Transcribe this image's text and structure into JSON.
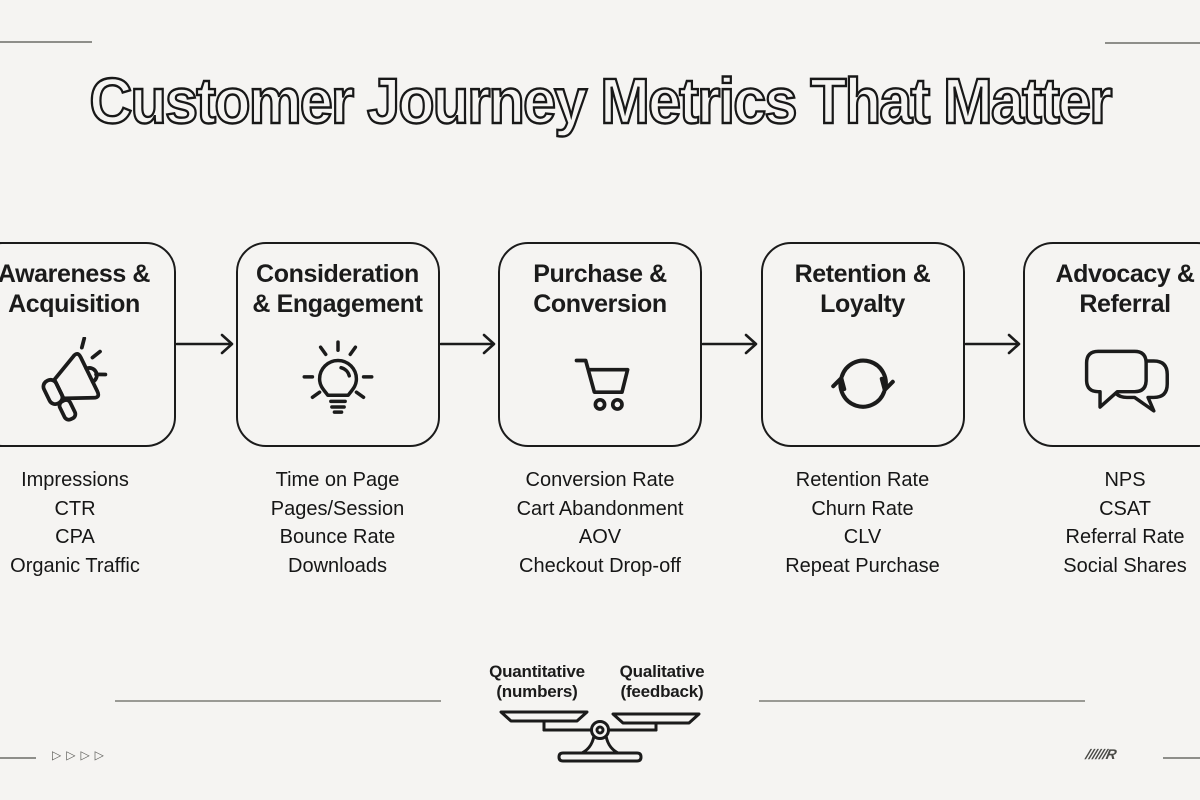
{
  "title": "Customer Journey Metrics That Matter",
  "stages": [
    {
      "name": [
        "Awareness &",
        "Acquisition"
      ],
      "icon": "megaphone-icon",
      "metrics": [
        "Impressions",
        "CTR",
        "CPA",
        "Organic Traffic"
      ]
    },
    {
      "name": [
        "Consideration",
        "& Engagement"
      ],
      "icon": "lightbulb-icon",
      "metrics": [
        "Time on Page",
        "Pages/Session",
        "Bounce Rate",
        "Downloads"
      ]
    },
    {
      "name": [
        "Purchase &",
        "Conversion"
      ],
      "icon": "shopping-cart-icon",
      "metrics": [
        "Conversion Rate",
        "Cart Abandonment",
        "AOV",
        "Checkout Drop-off"
      ]
    },
    {
      "name": [
        "Retention &",
        "Loyalty"
      ],
      "icon": "cycle-arrows-icon",
      "metrics": [
        "Retention Rate",
        "Churn Rate",
        "CLV",
        "Repeat Purchase"
      ]
    },
    {
      "name": [
        "Advocacy &",
        "Referral"
      ],
      "icon": "speech-bubbles-icon",
      "metrics": [
        "NPS",
        "CSAT",
        "Referral Rate",
        "Social Shares"
      ]
    }
  ],
  "balance": {
    "icon": "balance-scale-icon",
    "left": [
      "Quantitative",
      "(numbers)"
    ],
    "right": [
      "Qualitative",
      "(feedback)"
    ]
  },
  "decor": {
    "triangles": "▷▷▷▷",
    "hatch": "//////R"
  },
  "colors": {
    "background": "#f5f4f2",
    "ink": "#1b1b1b",
    "decor_line": "#8e8e8a",
    "decor_mark": "#5c5c58"
  }
}
